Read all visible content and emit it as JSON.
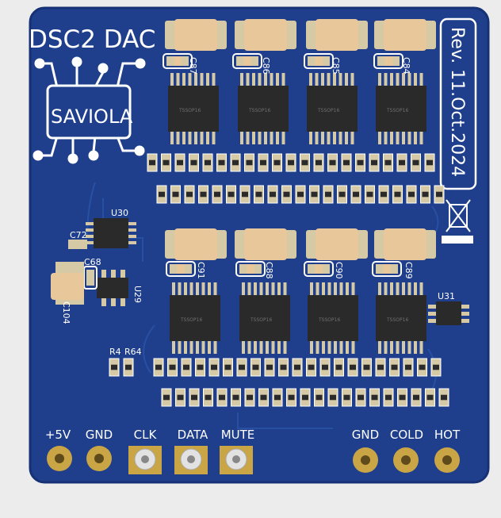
{
  "board": {
    "title": "DSC2 DAC",
    "revision": "Rev. 11.Oct.2024",
    "logo_text": "SAVIOLA",
    "colors": {
      "substrate": "#1f3f8c",
      "substrate_edge": "#163175",
      "trace": "#2b55a8",
      "silkscreen": "#ffffff",
      "pad": "#d6c9a6",
      "ic_body": "#2a2a2a",
      "cap_body": "#e8c89a",
      "gold": "#c9a545"
    }
  },
  "designators": {
    "c87": "C87",
    "c86": "C86",
    "c85": "C85",
    "c84": "C84",
    "c91": "C91",
    "c88": "C88",
    "c90": "C90",
    "c89": "C89",
    "c72": "C72",
    "c68": "C68",
    "c104": "C104",
    "u30": "U30",
    "u29": "U29",
    "u31": "U31",
    "r4": "R4",
    "r64": "R64"
  },
  "ic_marking": "TSSOP16",
  "connectors": {
    "left": [
      "+5V",
      "GND",
      "CLK",
      "DATA",
      "MUTE"
    ],
    "right": [
      "GND",
      "COLD",
      "HOT"
    ]
  },
  "icons": [
    "weee-bin-icon",
    "saviola-chip-logo-icon"
  ]
}
